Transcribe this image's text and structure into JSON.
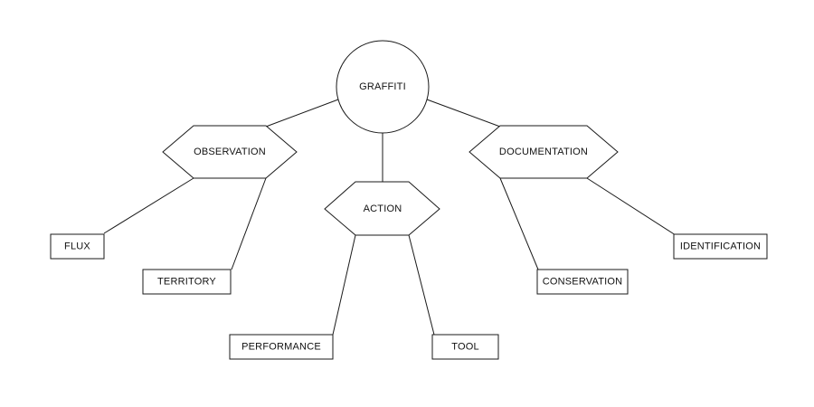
{
  "diagram": {
    "root": {
      "label": "GRAFFITI"
    },
    "categories": {
      "observation": {
        "label": "OBSERVATION"
      },
      "action": {
        "label": "ACTION"
      },
      "documentation": {
        "label": "DOCUMENTATION"
      }
    },
    "leaves": {
      "flux": {
        "label": "FLUX"
      },
      "territory": {
        "label": "TERRITORY"
      },
      "performance": {
        "label": "PERFORMANCE"
      },
      "tool": {
        "label": "TOOL"
      },
      "conservation": {
        "label": "CONSERVATION"
      },
      "identification": {
        "label": "IDENTIFICATION"
      }
    },
    "edges": [
      {
        "from": "GRAFFITI",
        "to": "OBSERVATION"
      },
      {
        "from": "GRAFFITI",
        "to": "ACTION"
      },
      {
        "from": "GRAFFITI",
        "to": "DOCUMENTATION"
      },
      {
        "from": "OBSERVATION",
        "to": "FLUX"
      },
      {
        "from": "OBSERVATION",
        "to": "TERRITORY"
      },
      {
        "from": "ACTION",
        "to": "PERFORMANCE"
      },
      {
        "from": "ACTION",
        "to": "TOOL"
      },
      {
        "from": "DOCUMENTATION",
        "to": "CONSERVATION"
      },
      {
        "from": "DOCUMENTATION",
        "to": "IDENTIFICATION"
      }
    ]
  }
}
